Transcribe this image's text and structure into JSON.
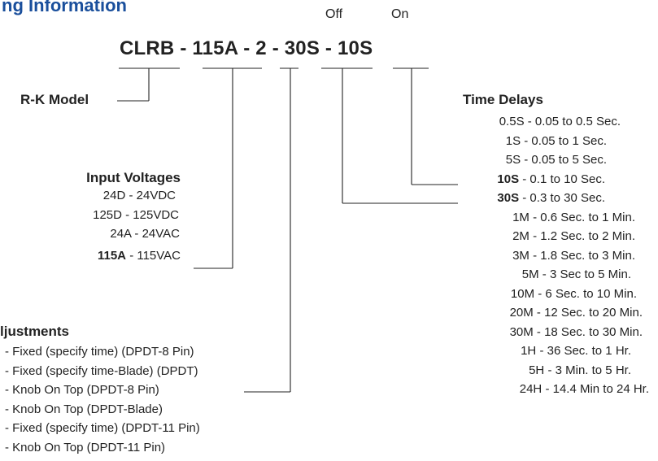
{
  "section_title": "ng Information",
  "header": {
    "off_label": "Off",
    "on_label": "On"
  },
  "model_code": "CLRB - 115A - 2 - 30S - 10S",
  "rk_model_label": "R-K Model",
  "input_voltages": {
    "title": "Input Voltages",
    "items": [
      {
        "code": "24D",
        "desc": "- 24VDC"
      },
      {
        "code": "125D",
        "desc": "- 125VDC"
      },
      {
        "code": "24A",
        "desc": "- 24VAC"
      },
      {
        "code": "115A",
        "desc": "- 115VAC"
      }
    ]
  },
  "adjustments": {
    "title": "ljustments",
    "items": [
      "- Fixed (specify time) (DPDT-8 Pin)",
      "- Fixed (specify time-Blade) (DPDT)",
      "- Knob On Top (DPDT-8 Pin)",
      "- Knob On Top (DPDT-Blade)",
      "- Fixed (specify time) (DPDT-11 Pin)",
      "- Knob On Top (DPDT-11 Pin)"
    ]
  },
  "time_delays": {
    "title": "Time Delays",
    "items": [
      {
        "code": "0.5S",
        "desc": "- 0.05 to 0.5 Sec."
      },
      {
        "code": "1S",
        "desc": "- 0.05 to 1 Sec."
      },
      {
        "code": "5S",
        "desc": "- 0.05 to 5 Sec."
      },
      {
        "code": "10S",
        "desc": "- 0.1 to 10 Sec."
      },
      {
        "code": "30S",
        "desc": "- 0.3 to 30 Sec."
      },
      {
        "code": "1M",
        "desc": "- 0.6 Sec. to 1 Min."
      },
      {
        "code": "2M",
        "desc": "- 1.2 Sec. to 2 Min."
      },
      {
        "code": "3M",
        "desc": "- 1.8 Sec. to 3 Min."
      },
      {
        "code": "5M",
        "desc": "- 3 Sec to 5 Min."
      },
      {
        "code": "10M",
        "desc": "- 6 Sec. to 10 Min."
      },
      {
        "code": "20M",
        "desc": "- 12 Sec. to 20 Min."
      },
      {
        "code": "30M",
        "desc": "- 18 Sec. to 30 Min."
      },
      {
        "code": "1H",
        "desc": "- 36 Sec. to 1 Hr."
      },
      {
        "code": "5H",
        "desc": "- 3 Min. to 5 Hr."
      },
      {
        "code": "24H",
        "desc": "- 14.4 Min to 24 Hr."
      }
    ]
  }
}
